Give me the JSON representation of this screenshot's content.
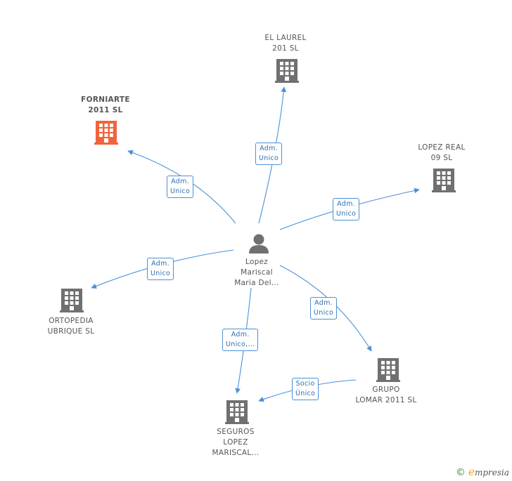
{
  "nodes": {
    "forniarte": {
      "label": "FORNIARTE\n2011 SL",
      "color": "#f0643c"
    },
    "el_laurel": {
      "label": "EL LAUREL\n201  SL",
      "color": "#707070"
    },
    "lopez_real": {
      "label": "LOPEZ REAL\n09 SL",
      "color": "#707070"
    },
    "ortopedia": {
      "label": "ORTOPEDIA\nUBRIQUE SL",
      "color": "#707070"
    },
    "grupo_lomar": {
      "label": "GRUPO\nLOMAR 2011 SL",
      "color": "#707070"
    },
    "seguros": {
      "label": "SEGUROS\nLOPEZ\nMARISCAL...",
      "color": "#707070"
    },
    "person": {
      "label": "Lopez\nMariscal\nMaria Del...",
      "color": "#707070"
    }
  },
  "edges": {
    "to_forniarte": "Adm.\nUnico",
    "to_el_laurel": "Adm.\nUnico",
    "to_lopez_real": "Adm.\nUnico",
    "to_ortopedia": "Adm.\nUnico",
    "to_grupo_lomar": "Adm.\nUnico",
    "to_seguros": "Adm.\nUnico,...",
    "grupo_to_seguros": "Socio\nÚnico"
  },
  "colors": {
    "edge": "#4a90d9",
    "edge_text": "#2f6fb3"
  },
  "footer": {
    "copyright": "©",
    "brand_initial": "e",
    "brand_rest": "mpresia"
  }
}
